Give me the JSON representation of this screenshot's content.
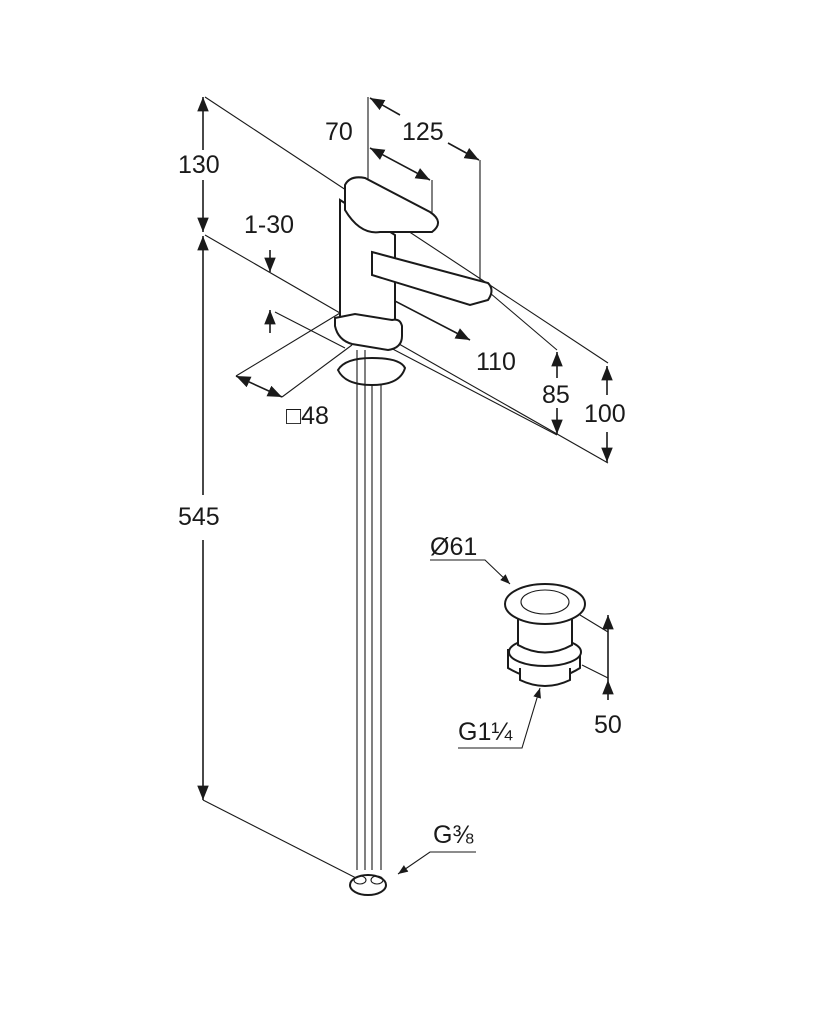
{
  "drawing": {
    "title": "Faucet dimension drawing",
    "dimensions": {
      "height_top": "130",
      "lever_depth": "70",
      "lever_length": "125",
      "deck_thickness": "1-30",
      "spout_reach": "110",
      "spout_height": "85",
      "total_height": "100",
      "base_square": "□48",
      "hose_length": "545",
      "drain_diameter": "Ø61",
      "drain_height": "50",
      "drain_thread": "G1¼",
      "hose_thread": "G⅜"
    }
  },
  "colors": {
    "line": "#1a1a1a",
    "background": "#ffffff"
  }
}
